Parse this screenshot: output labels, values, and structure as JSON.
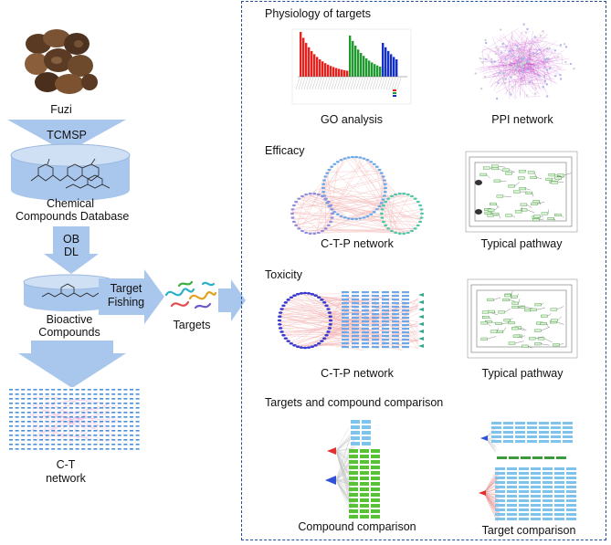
{
  "left_flow": {
    "herb_label": "Fuzi",
    "step1_label": "TCMSP",
    "database_label_line1": "Chemical",
    "database_label_line2": "Compounds Database",
    "filter_line1": "OB",
    "filter_line2": "DL",
    "bioactive_line1": "Bioactive",
    "bioactive_line2": "Compounds",
    "fishing_line1": "Target",
    "fishing_line2": "Fishing",
    "targets_label": "Targets",
    "network_line1": "C-T",
    "network_line2": "network"
  },
  "panel": {
    "sections": [
      {
        "title": "Physiology of targets",
        "left_caption": "GO analysis",
        "right_caption": "PPI network"
      },
      {
        "title": "Efficacy",
        "left_caption": "C-T-P network",
        "right_caption": "Typical pathway"
      },
      {
        "title": "Toxicity",
        "left_caption": "C-T-P network",
        "right_caption": "Typical pathway"
      },
      {
        "title": "Targets and compound comparison",
        "left_caption": "Compound comparison",
        "right_caption": "Target comparison"
      }
    ]
  },
  "colors": {
    "arrow_fill": "#a9c6ec",
    "panel_border": "#1f4e9a",
    "go_red": "#e8211c",
    "go_green": "#1e9a2e",
    "go_blue": "#1530c8",
    "network_blue": "#6fa8e6",
    "network_pink": "#f4b6b6",
    "pathway_green": "#3c9a3c",
    "compound_green": "#57c234"
  }
}
